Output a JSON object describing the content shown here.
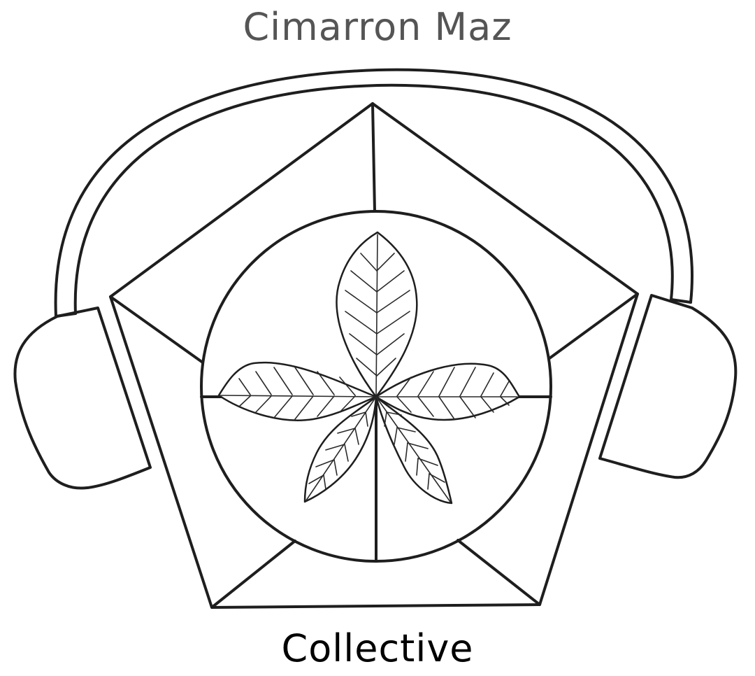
{
  "title": "Cimarron Maz",
  "subtitle": "Collective",
  "colors": {
    "title_text": "#555555",
    "subtitle_text": "#000000",
    "line_art": "#1e1e1e",
    "background": "#ffffff"
  },
  "logo": {
    "icon": "headphones-pentagon-chestnut-leaf-icon",
    "leaflet_count": 5
  }
}
